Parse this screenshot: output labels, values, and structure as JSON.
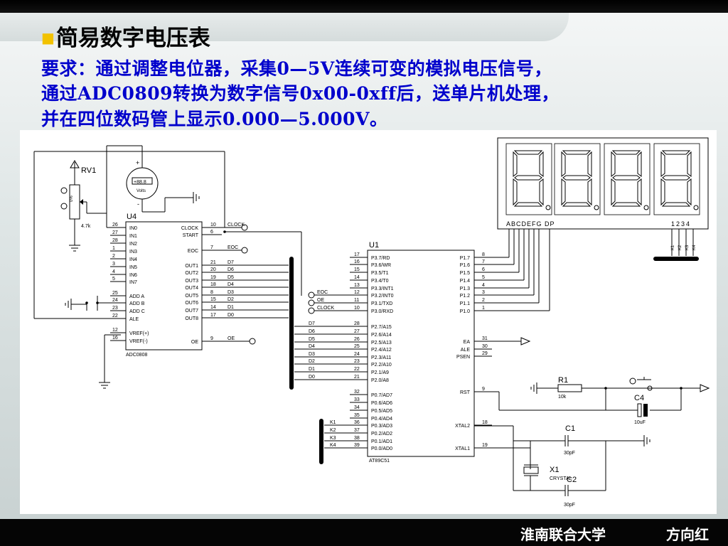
{
  "slide": {
    "title": "简易数字电压表",
    "requirement_lines": [
      "要求：通过调整电位器，采集0—5V连续可变的模拟电压信号，",
      "通过ADC0809转换为数字信号0x00-0xff后，送单片机处理，",
      "并在四位数码管上显示0.000—5.000V。"
    ]
  },
  "footer": {
    "school": "淮南联合大学",
    "author": "方向红"
  },
  "schematic": {
    "potentiometer": {
      "ref": "RV1",
      "value": "4.7k",
      "percent": "0%"
    },
    "voltmeter": {
      "reading": "+88.8",
      "unit": "Volts"
    },
    "adc": {
      "ref": "U4",
      "part": "ADC0808",
      "left_pins": [
        {
          "num": "26",
          "name": "IN0"
        },
        {
          "num": "27",
          "name": "IN1"
        },
        {
          "num": "28",
          "name": "IN2"
        },
        {
          "num": "1",
          "name": "IN3"
        },
        {
          "num": "2",
          "name": "IN4"
        },
        {
          "num": "3",
          "name": "IN5"
        },
        {
          "num": "4",
          "name": "IN6"
        },
        {
          "num": "5",
          "name": "IN7"
        },
        {
          "num": "25",
          "name": "ADD A"
        },
        {
          "num": "24",
          "name": "ADD B"
        },
        {
          "num": "23",
          "name": "ADD C"
        },
        {
          "num": "22",
          "name": "ALE"
        },
        {
          "num": "12",
          "name": "VREF(+)"
        },
        {
          "num": "16",
          "name": "VREF(-)"
        }
      ],
      "right_pins": [
        {
          "num": "10",
          "name": "CLOCK",
          "net": "CLOCK"
        },
        {
          "num": "6",
          "name": "START",
          "net": ""
        },
        {
          "num": "7",
          "name": "EOC",
          "net": "EOC"
        },
        {
          "num": "21",
          "name": "OUT1",
          "net": "D7"
        },
        {
          "num": "20",
          "name": "OUT2",
          "net": "D6"
        },
        {
          "num": "19",
          "name": "OUT3",
          "net": "D5"
        },
        {
          "num": "18",
          "name": "OUT4",
          "net": "D4"
        },
        {
          "num": "8",
          "name": "OUT5",
          "net": "D3"
        },
        {
          "num": "15",
          "name": "OUT6",
          "net": "D2"
        },
        {
          "num": "14",
          "name": "OUT7",
          "net": "D1"
        },
        {
          "num": "17",
          "name": "OUT8",
          "net": "D0"
        },
        {
          "num": "9",
          "name": "OE",
          "net": "OE"
        }
      ]
    },
    "mcu": {
      "ref": "U1",
      "part": "AT89C51",
      "p3_pins": [
        {
          "num": "17",
          "name": "P3.7/RD"
        },
        {
          "num": "16",
          "name": "P3.6/WR"
        },
        {
          "num": "15",
          "name": "P3.5/T1"
        },
        {
          "num": "14",
          "name": "P3.4/T0"
        },
        {
          "num": "13",
          "name": "P3.3/INT1"
        },
        {
          "num": "12",
          "name": "P3.2/INT0"
        },
        {
          "num": "11",
          "name": "P3.1/TXD"
        },
        {
          "num": "10",
          "name": "P3.0/RXD"
        }
      ],
      "p3_nets": [
        "EOC",
        "OE",
        "CLOCK"
      ],
      "p2_pins": [
        {
          "num": "28",
          "name": "P2.7/A15",
          "net": "D7"
        },
        {
          "num": "27",
          "name": "P2.6/A14",
          "net": "D6"
        },
        {
          "num": "26",
          "name": "P2.5/A13",
          "net": "D5"
        },
        {
          "num": "25",
          "name": "P2.4/A12",
          "net": "D4"
        },
        {
          "num": "24",
          "name": "P2.3/A11",
          "net": "D3"
        },
        {
          "num": "23",
          "name": "P2.2/A10",
          "net": "D2"
        },
        {
          "num": "22",
          "name": "P2.1/A9",
          "net": "D1"
        },
        {
          "num": "21",
          "name": "P2.0/A8",
          "net": "D0"
        }
      ],
      "p0_pins": [
        {
          "num": "32",
          "name": "P0.7/AD7",
          "net": ""
        },
        {
          "num": "33",
          "name": "P0.6/AD6",
          "net": ""
        },
        {
          "num": "34",
          "name": "P0.5/AD5",
          "net": ""
        },
        {
          "num": "35",
          "name": "P0.4/AD4",
          "net": ""
        },
        {
          "num": "36",
          "name": "P0.3/AD3",
          "net": "K1"
        },
        {
          "num": "37",
          "name": "P0.2/AD2",
          "net": "K2"
        },
        {
          "num": "38",
          "name": "P0.1/AD1",
          "net": "K3"
        },
        {
          "num": "39",
          "name": "P0.0/AD0",
          "net": "K4"
        }
      ],
      "p1_pins": [
        {
          "num": "8",
          "name": "P1.7"
        },
        {
          "num": "7",
          "name": "P1.6"
        },
        {
          "num": "6",
          "name": "P1.5"
        },
        {
          "num": "5",
          "name": "P1.4"
        },
        {
          "num": "4",
          "name": "P1.3"
        },
        {
          "num": "3",
          "name": "P1.2"
        },
        {
          "num": "2",
          "name": "P1.1"
        },
        {
          "num": "1",
          "name": "P1.0"
        }
      ],
      "ctrl_pins": [
        {
          "num": "31",
          "name": "EA"
        },
        {
          "num": "30",
          "name": "ALE"
        },
        {
          "num": "29",
          "name": "PSEN"
        }
      ],
      "rst_pin": {
        "num": "9",
        "name": "RST"
      },
      "xtal_pins": [
        {
          "num": "18",
          "name": "XTAL2"
        },
        {
          "num": "19",
          "name": "XTAL1"
        }
      ]
    },
    "display": {
      "segment_labels": "ABCDEFG  DP",
      "digit_labels": "1234",
      "digit_nets": [
        "K1",
        "K2",
        "K3",
        "K4"
      ]
    },
    "r1": {
      "ref": "R1",
      "value": "10k"
    },
    "c4": {
      "ref": "C4",
      "value": "10uF"
    },
    "c1": {
      "ref": "C1",
      "value": "30pF"
    },
    "c2": {
      "ref": "C2",
      "value": "30pF"
    },
    "x1": {
      "ref": "X1",
      "value": "CRYSTAL"
    }
  }
}
